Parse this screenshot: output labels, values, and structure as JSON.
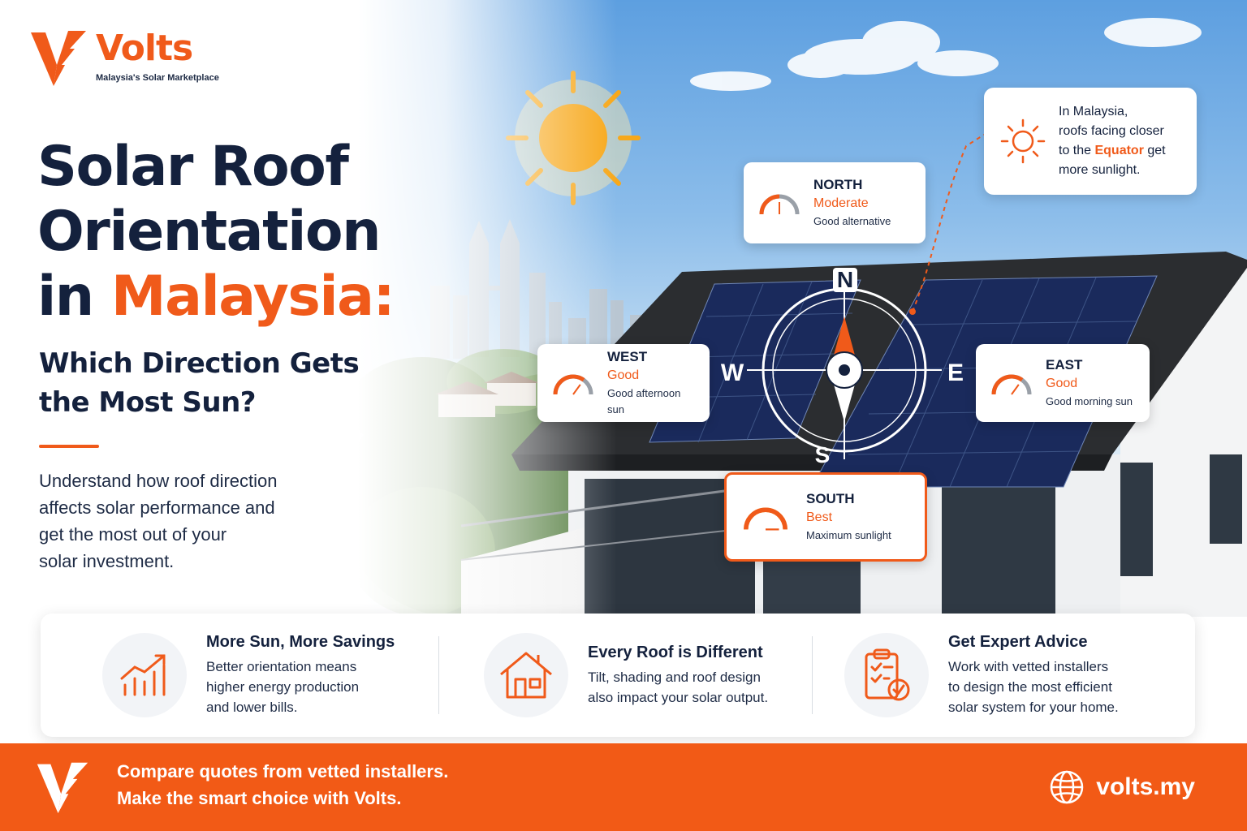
{
  "brand": {
    "name": "Volts",
    "tagline": "Malaysia's Solar Marketplace",
    "accent_color": "#f05a1a",
    "navy_color": "#14213d",
    "logo_icon": "volts-bolt-v-logo"
  },
  "hero": {
    "title_line1": "Solar Roof",
    "title_line2": "Orientation",
    "title_line3_prefix": "in ",
    "title_line3_accent": "Malaysia:",
    "subtitle_line1": "Which Direction Gets",
    "subtitle_line2": "the Most Sun?",
    "intro_line1": "Understand how roof direction",
    "intro_line2": "affects solar performance and",
    "intro_line3": "get the most out of your",
    "intro_line4": "solar investment."
  },
  "compass": {
    "n": "N",
    "s": "S",
    "e": "E",
    "w": "W"
  },
  "directions": {
    "north": {
      "name": "NORTH",
      "rating": "Moderate",
      "desc": "Good alternative",
      "level": 0.5
    },
    "west": {
      "name": "WEST",
      "rating": "Good",
      "desc": "Good afternoon sun",
      "level": 0.7
    },
    "east": {
      "name": "EAST",
      "rating": "Good",
      "desc": "Good morning sun",
      "level": 0.7
    },
    "south": {
      "name": "SOUTH",
      "rating": "Best",
      "desc": "Maximum sunlight",
      "level": 1.0
    }
  },
  "info": {
    "line1": "In Malaysia,",
    "line2": "roofs facing closer",
    "line3_prefix": "to the ",
    "line3_accent": "Equator",
    "line3_suffix": " get",
    "line4": "more sunlight.",
    "icon": "sun-outline-icon"
  },
  "benefits": [
    {
      "title": "More Sun, More Savings",
      "line1": "Better orientation means",
      "line2": "higher energy production",
      "line3": "and lower bills.",
      "icon": "growth-chart-icon"
    },
    {
      "title": "Every Roof is Different",
      "line1": "Tilt, shading and roof design",
      "line2": "also impact your solar output.",
      "icon": "house-icon"
    },
    {
      "title": "Get Expert Advice",
      "line1": "Work with vetted installers",
      "line2": "to design the most efficient",
      "line3": "solar system for your home.",
      "icon": "clipboard-check-icon"
    }
  ],
  "footer": {
    "line1": "Compare quotes from vetted installers.",
    "line2": "Make the smart choice with Volts.",
    "url": "volts.my",
    "url_icon": "globe-icon"
  }
}
